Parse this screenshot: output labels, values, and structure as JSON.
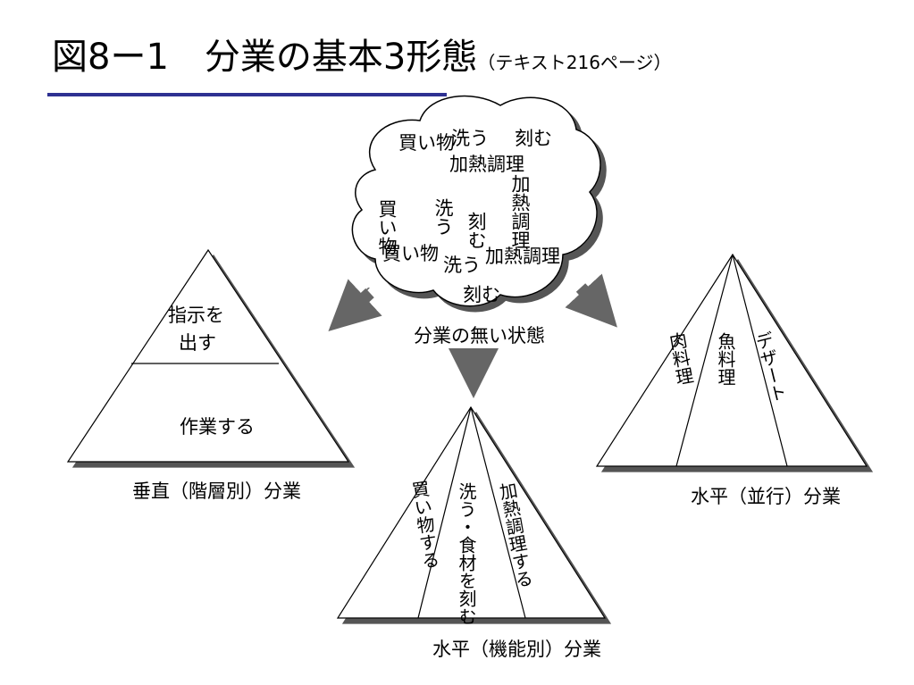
{
  "title": {
    "main": "図8ー1　分業の基本3形態",
    "sub": "（テキスト216ページ）"
  },
  "cloud": {
    "words": {
      "kaimono_h1": "買い物",
      "arau_h1": "洗う",
      "kizamu_h1": "刻む",
      "kanetsu_h1": "加熱調理",
      "kaimono_v": "買い物",
      "arau_v": "洗う",
      "kizamu_v": "刻む",
      "kanetsu_v": "加熱調理",
      "kaimono_h2": "買い物",
      "arau_h2": "洗う",
      "kanetsu_h2": "加熱調理",
      "kizamu_h2": "刻む"
    },
    "caption": "分業の無い状態"
  },
  "vertical": {
    "top_label_line1": "指示を",
    "top_label_line2": "出す",
    "bottom_label": "作業する",
    "caption": "垂直（階層別）分業"
  },
  "functional": {
    "col1": "買い物する",
    "col2": "洗う・食材を刻む",
    "col3": "加熱調理する",
    "caption": "水平（機能別）分業"
  },
  "parallel": {
    "col1": "肉料理",
    "col2": "魚料理",
    "col3": "デザート",
    "caption": "水平（並行）分業"
  },
  "colors": {
    "title_rule": "#2e3192",
    "arrow": "#666666",
    "shadow": "#555555"
  }
}
